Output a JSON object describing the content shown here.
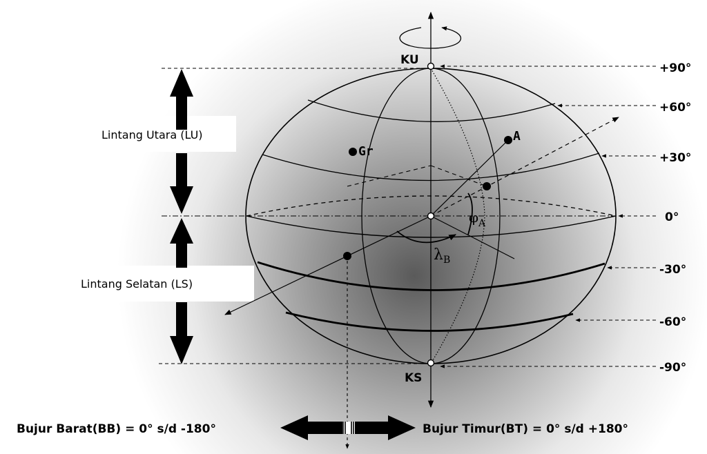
{
  "poles": {
    "north": "KU",
    "south": "KS"
  },
  "latitude_ticks": [
    "+90°",
    "+60°",
    "+30°",
    "0°",
    "-30°",
    "-60°",
    "-90°"
  ],
  "hemispheres": {
    "north": "Lintang Utara (LU)",
    "south": "Lintang Selatan (LS)"
  },
  "points": {
    "greenwich": "Gr",
    "point_a": "A"
  },
  "angles": {
    "phi": "φ",
    "phi_sub": "A",
    "lambda": "λ",
    "lambda_sub": "B"
  },
  "longitude": {
    "west": "Bujur Barat(BB) = 0° s/d -180°",
    "east": "Bujur Timur(BT) = 0° s/d +180°"
  },
  "colors": {
    "ink": "#000000",
    "shade_dark": "#5a5a5a",
    "background": "#ffffff"
  }
}
